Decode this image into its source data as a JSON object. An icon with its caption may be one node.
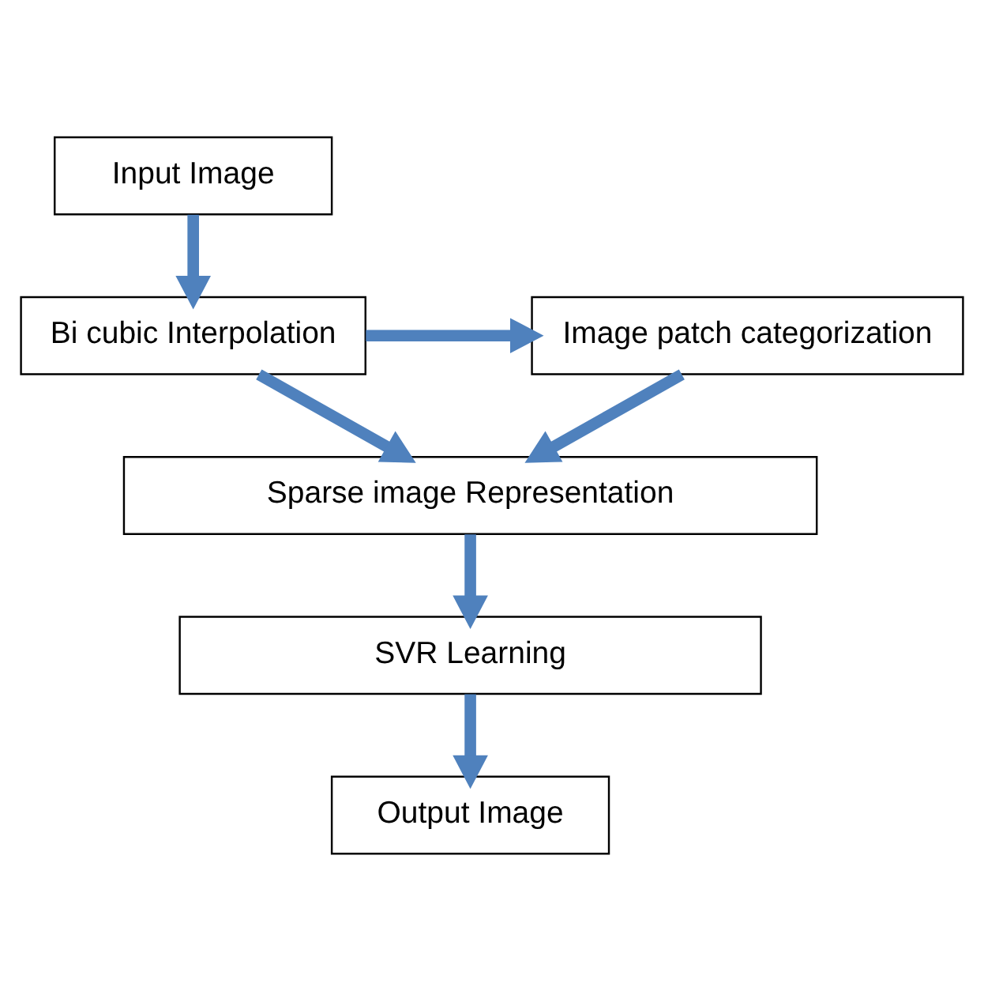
{
  "diagram": {
    "nodes": [
      {
        "text": [
          "Input Image"
        ]
      },
      {
        "text": [
          "Bi cubic Interpolation"
        ]
      },
      {
        "text": [
          "Image patch categorization"
        ]
      },
      {
        "text": [
          "Sparse image Representation"
        ]
      },
      {
        "text": [
          "SVR Learning"
        ]
      },
      {
        "text": [
          "Output Image"
        ]
      }
    ],
    "edges": [
      {
        "from": 0,
        "to": 1,
        "arrow": "to"
      },
      {
        "from": 1,
        "to": 2,
        "arrow": "to"
      },
      {
        "from": 2,
        "to": 3,
        "arrow": "to"
      },
      {
        "from": 1,
        "to": 3,
        "arrow": "to"
      },
      {
        "from": 3,
        "to": 4,
        "arrow": "to"
      },
      {
        "from": 4,
        "to": 5,
        "arrow": "to"
      }
    ]
  }
}
